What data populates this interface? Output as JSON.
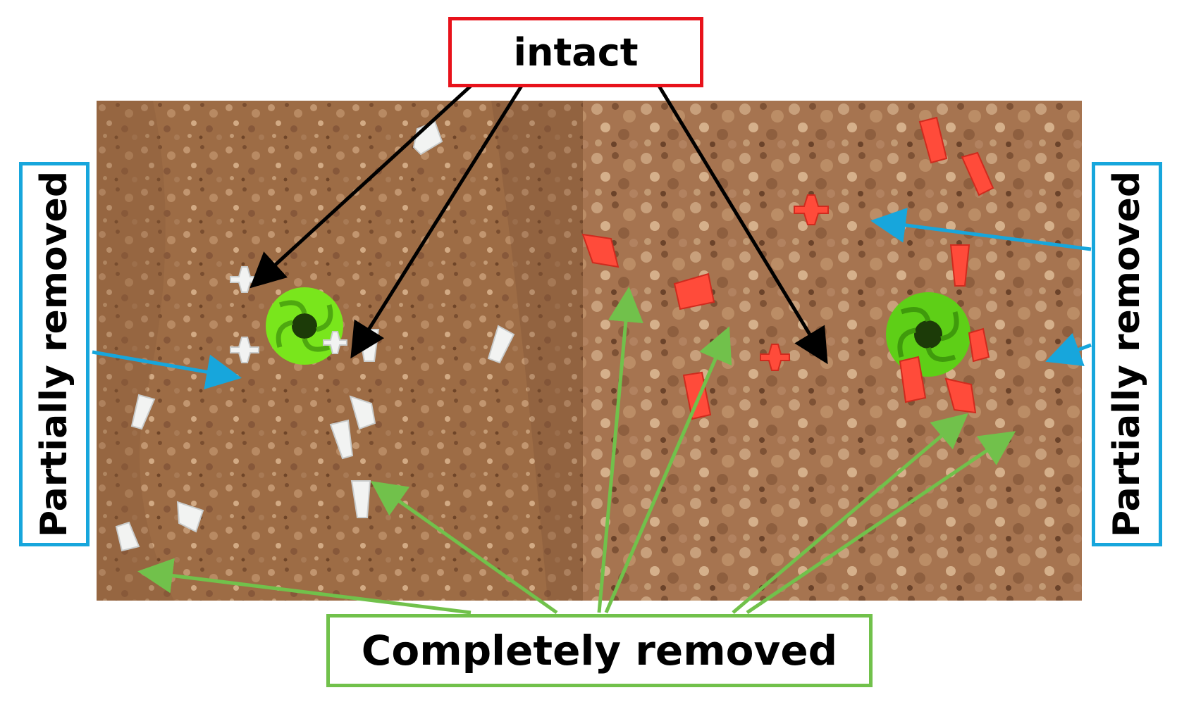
{
  "labels": {
    "intact": "intact",
    "partially_removed_left": "Partially removed",
    "partially_removed_right": "Partially removed",
    "completely_removed": "Completely removed"
  },
  "colors": {
    "intact_border": "#e8121b",
    "partial_border": "#17a6dc",
    "completely_border": "#71c14b",
    "soil": "#a8734a",
    "white_marker": "#f2f3f2",
    "red_marker": "#ff4b3a",
    "green_ball": "#79e61c"
  },
  "photo_panels": [
    {
      "marker_color": "white"
    },
    {
      "marker_color": "red"
    }
  ]
}
